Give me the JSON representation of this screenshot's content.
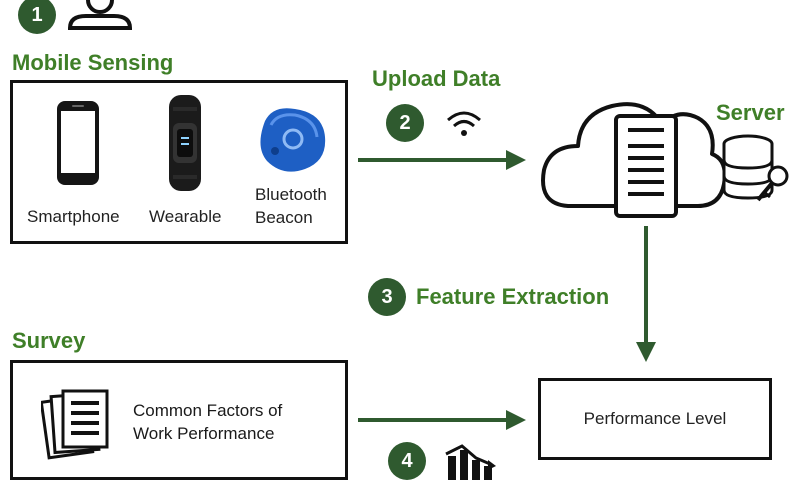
{
  "steps": {
    "s1": "1",
    "s2": "2",
    "s3": "3",
    "s4": "4"
  },
  "sections": {
    "mobile_sensing": "Mobile Sensing",
    "upload_data": "Upload Data",
    "server": "Server",
    "feature_extraction": "Feature Extraction",
    "survey": "Survey"
  },
  "devices": [
    {
      "label": "Smartphone",
      "icon": "smartphone-icon"
    },
    {
      "label": "Wearable",
      "icon": "wearable-band-icon"
    },
    {
      "label": "Bluetooth Beacon",
      "icon": "bluetooth-beacon-icon"
    }
  ],
  "survey_box": {
    "line1": "Common Factors of",
    "line2": "Work Performance"
  },
  "performance_box": {
    "label": "Performance Level"
  },
  "colors": {
    "step_fill": "#2f5a2f",
    "title_green": "#3f7f28",
    "arrow_green": "#2f5a2f",
    "beacon_blue": "#1e5fc4"
  }
}
